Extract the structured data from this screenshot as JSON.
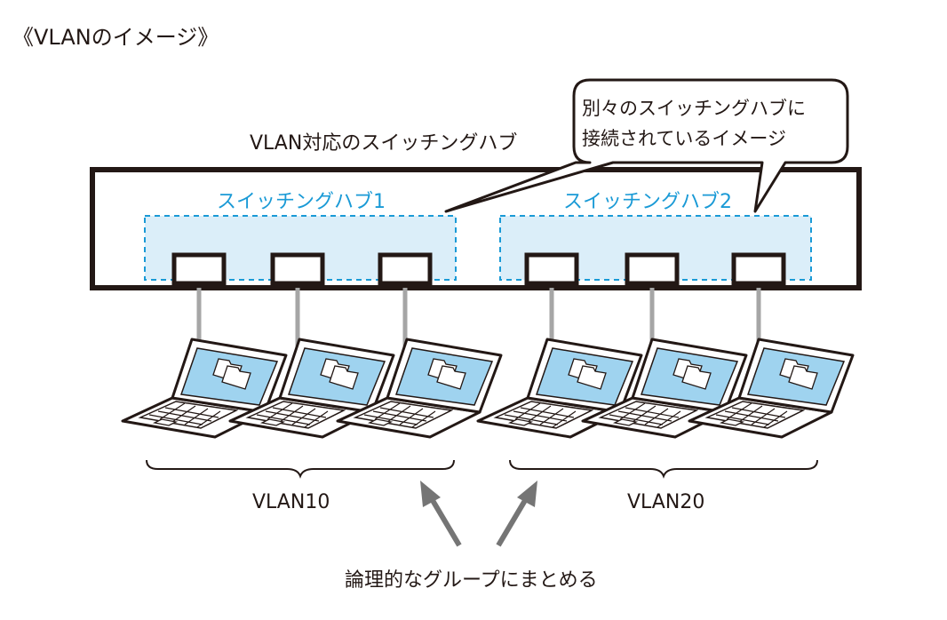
{
  "title": "《VLANのイメージ》",
  "switch": {
    "label": "VLAN対応のスイッチングハブ",
    "groups": [
      {
        "label": "スイッチングハブ1",
        "vlan": "VLAN10"
      },
      {
        "label": "スイッチングハブ2",
        "vlan": "VLAN20"
      }
    ],
    "ports_per_group": 3
  },
  "callout": {
    "line1": "別々のスイッチングハブに",
    "line2": "接続されているイメージ"
  },
  "bottom_label": "論理的なグループにまとめる",
  "colors": {
    "ink": "#231815",
    "accent_blue": "#1a9ad6",
    "group_fill": "#dbeef9",
    "screen_fill": "#9fd3ef",
    "cable_gray": "#a6a6a6",
    "arrow_gray": "#757575"
  },
  "icons": [
    "laptop-icon",
    "folder-icon",
    "arrow-icon"
  ]
}
